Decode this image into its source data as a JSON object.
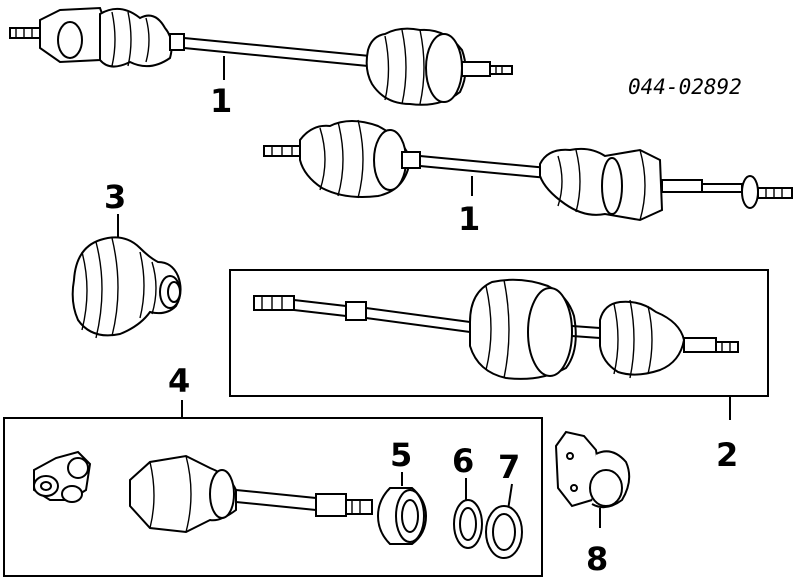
{
  "diagram": {
    "reference_code": "044-02892",
    "callouts": {
      "c1a": "1",
      "c1b": "1",
      "c2": "2",
      "c3": "3",
      "c4": "4",
      "c5": "5",
      "c6": "6",
      "c7": "7",
      "c8": "8"
    }
  },
  "colors": {
    "line": "#000000",
    "background": "#ffffff"
  }
}
